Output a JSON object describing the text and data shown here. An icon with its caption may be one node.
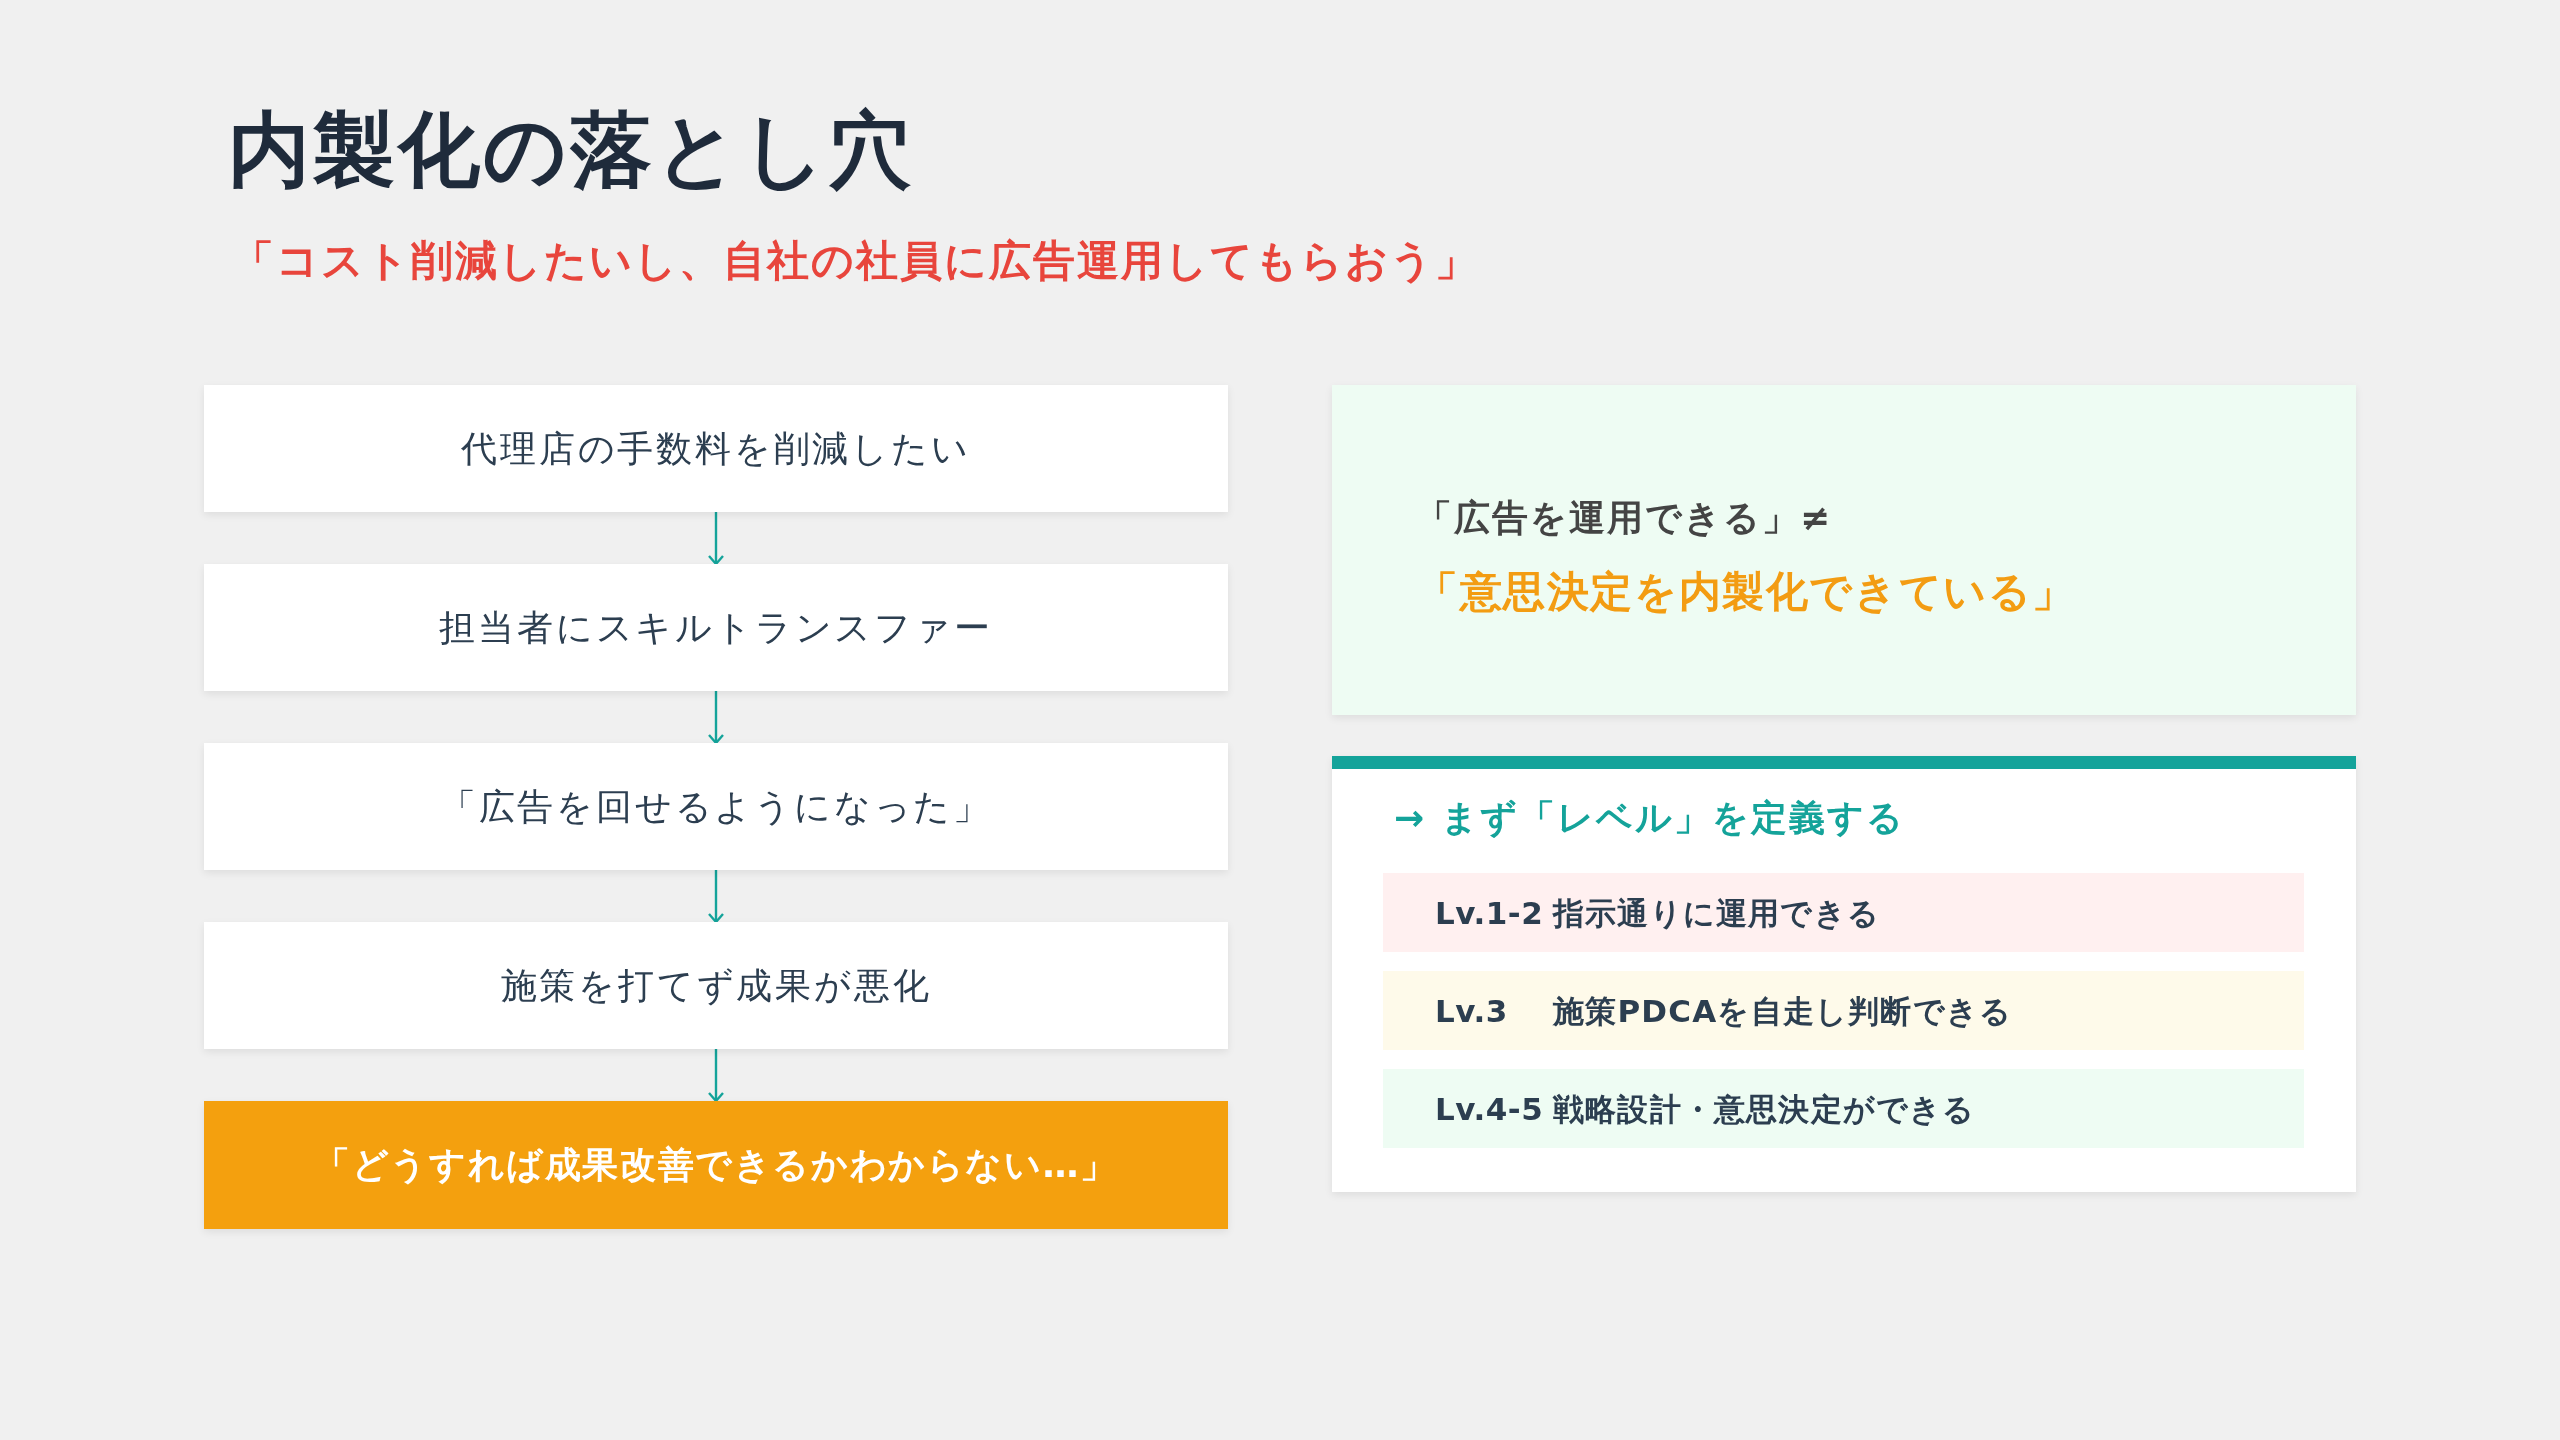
{
  "diagram": {
    "title": "内製化の落とし穴",
    "nodes": [
      {
        "text": [
          "代理店の手数料を削減したい"
        ]
      },
      {
        "text": [
          "担当者にスキルトランスファー"
        ]
      },
      {
        "text": [
          "「広告を回せるようになった」"
        ]
      },
      {
        "text": [
          "施策を打てず成果が悪化"
        ]
      },
      {
        "text": [
          "「どうすれば成果改善できるかわからない…」"
        ]
      },
      {
        "text": [
          "「広告を運用できる」≠",
          "「意思決定を内製化できている」"
        ]
      },
      {
        "text": [
          "→ まず「レベル」を定義する"
        ]
      },
      {
        "text": [
          "Lv.1-2",
          "指示通りに運用できる"
        ],
        "in": 6
      },
      {
        "text": [
          "Lv.3",
          "施策PDCAを自走し判断できる"
        ],
        "in": 6
      },
      {
        "text": [
          "Lv.4-5",
          "戦略設計・意思決定ができる"
        ],
        "in": 6
      }
    ],
    "edges": [
      {
        "from": 0,
        "to": 1,
        "arrow": "to"
      },
      {
        "from": 1,
        "to": 2,
        "arrow": "to"
      },
      {
        "from": 2,
        "to": 3,
        "arrow": "to"
      },
      {
        "from": 3,
        "to": 4,
        "arrow": "to"
      }
    ],
    "labels": [
      "「コスト削減したいし、自社の社員に広告運用してもらおう」"
    ]
  }
}
